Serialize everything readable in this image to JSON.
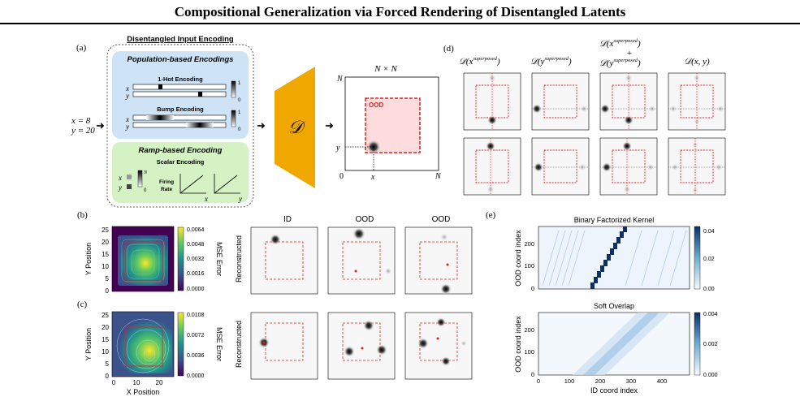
{
  "title": "Compositional Generalization via Forced Rendering of Disentangled Latents",
  "panel_a": {
    "label": "(a)",
    "input_x": "x = 8",
    "input_y": "y = 20",
    "section_title": "Disentangled Input Encoding",
    "population_title": "Population-based Encodings",
    "onehot_label": "1-Hot Encoding",
    "bump_label": "Bump Encoding",
    "ramp_title": "Ramp-based Encoding",
    "scalar_label": "Scalar Encoding",
    "firing_rate": "Firing\nRate",
    "decoder_symbol": "𝒟",
    "grid_size": "N × N",
    "ood_label": "OOD",
    "axis_N": "N",
    "axis_0": "0",
    "axis_x": "x",
    "axis_y": "y",
    "cb_top": "1",
    "cb_bottom": "0",
    "scalar_N": "N",
    "scalar_0": "0"
  },
  "panel_d": {
    "label": "(d)",
    "col1": "𝒟(x",
    "col1_sup": "superposed",
    "col2": "𝒟(y",
    "col2_sup": "superposed",
    "col3_a": "𝒟(x",
    "col3_plus": "+",
    "col3_b": "𝒟(y",
    "col3_sup": "superposed",
    "col4": "𝒟(x, y)"
  },
  "panel_b": {
    "label": "(b)",
    "ylabel": "Y Position",
    "cbar_label": "MSE Error",
    "cbar_ticks": [
      "0.0064",
      "0.0048",
      "0.0032",
      "0.0016",
      "0.0000"
    ],
    "yticks": [
      "25",
      "20",
      "15",
      "10",
      "5",
      "0"
    ]
  },
  "panel_c": {
    "label": "(c)",
    "ylabel": "Y Position",
    "xlabel": "X Position",
    "cbar_label": "MSE Error",
    "cbar_ticks": [
      "0.0108",
      "0.0072",
      "0.0036",
      "0.0000"
    ],
    "yticks": [
      "25",
      "20",
      "15",
      "10",
      "5",
      "0"
    ],
    "xticks": [
      "0",
      "10",
      "20"
    ]
  },
  "recon": {
    "headers": [
      "ID",
      "OOD",
      "OOD"
    ],
    "row_label": "Reconstructed"
  },
  "panel_e": {
    "label": "(e)",
    "top_title": "Binary Factorized Kernel",
    "bottom_title": "Soft Overlap",
    "ylabel": "OOD coord index",
    "xlabel": "ID coord index",
    "yticks": [
      "200",
      "100",
      "0"
    ],
    "xticks": [
      "0",
      "100",
      "200",
      "300",
      "400"
    ],
    "top_cbar_ticks": [
      "0.04",
      "0.02",
      "0.00"
    ],
    "bottom_cbar_ticks": [
      "0.004",
      "0.002",
      "0.000"
    ]
  }
}
